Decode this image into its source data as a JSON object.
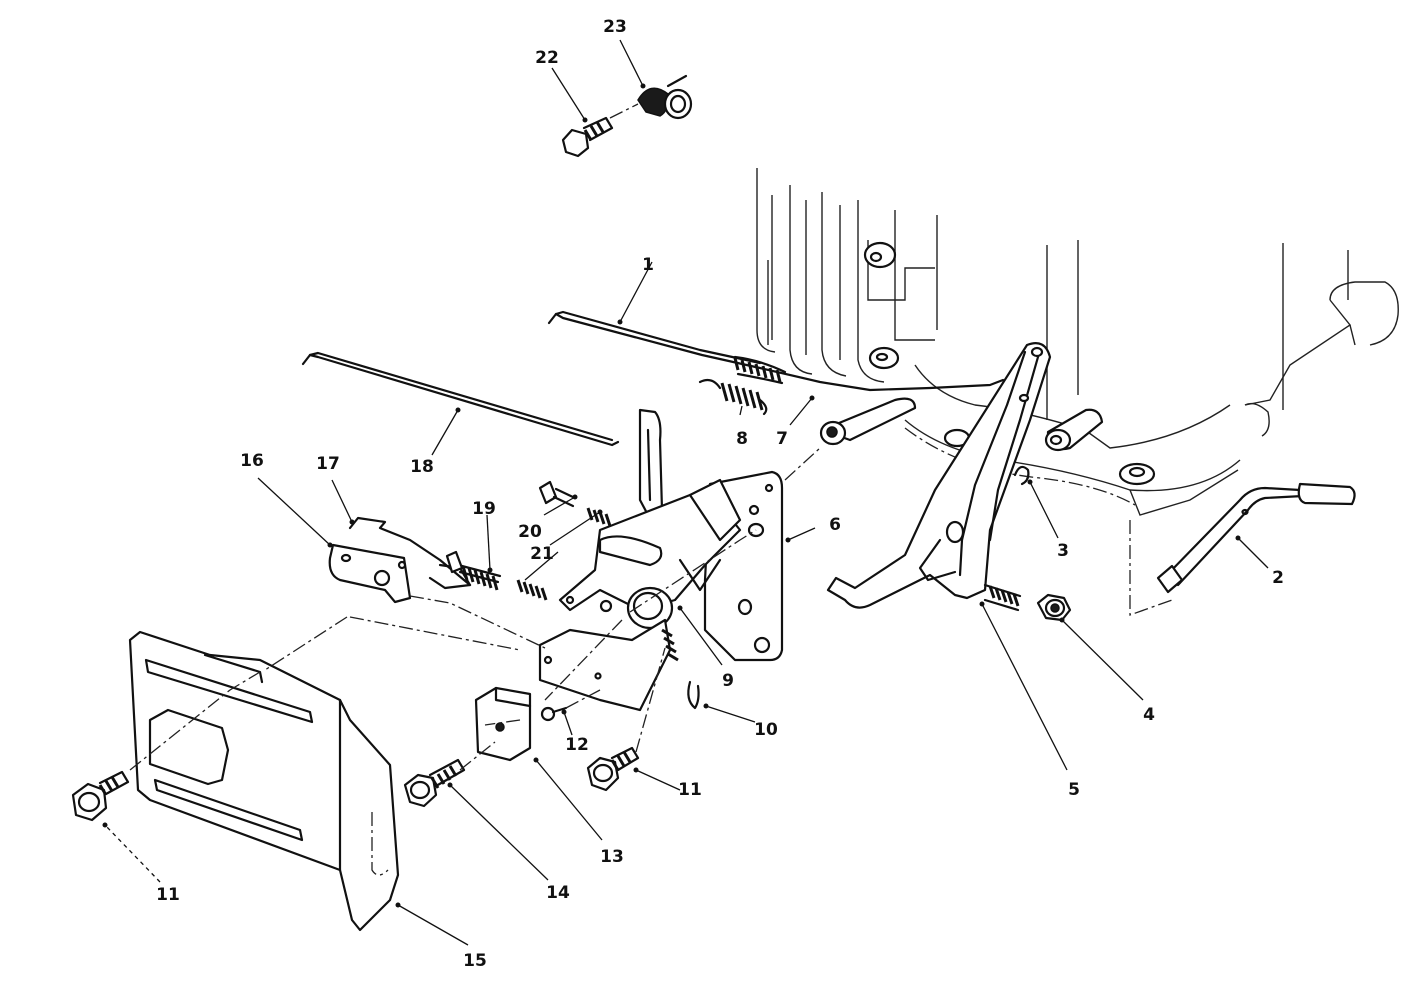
{
  "diagram": {
    "callouts": [
      {
        "id": "1",
        "text": "1"
      },
      {
        "id": "2",
        "text": "2"
      },
      {
        "id": "3",
        "text": "3"
      },
      {
        "id": "4",
        "text": "4"
      },
      {
        "id": "5",
        "text": "5"
      },
      {
        "id": "6",
        "text": "6"
      },
      {
        "id": "7",
        "text": "7"
      },
      {
        "id": "8",
        "text": "8"
      },
      {
        "id": "9",
        "text": "9"
      },
      {
        "id": "10",
        "text": "10"
      },
      {
        "id": "11a",
        "text": "11"
      },
      {
        "id": "11b",
        "text": "11"
      },
      {
        "id": "12",
        "text": "12"
      },
      {
        "id": "13",
        "text": "13"
      },
      {
        "id": "14",
        "text": "14"
      },
      {
        "id": "15",
        "text": "15"
      },
      {
        "id": "16",
        "text": "16"
      },
      {
        "id": "17",
        "text": "17"
      },
      {
        "id": "18",
        "text": "18"
      },
      {
        "id": "19",
        "text": "19"
      },
      {
        "id": "20",
        "text": "20"
      },
      {
        "id": "21",
        "text": "21"
      },
      {
        "id": "22",
        "text": "22"
      },
      {
        "id": "23",
        "text": "23"
      }
    ]
  }
}
